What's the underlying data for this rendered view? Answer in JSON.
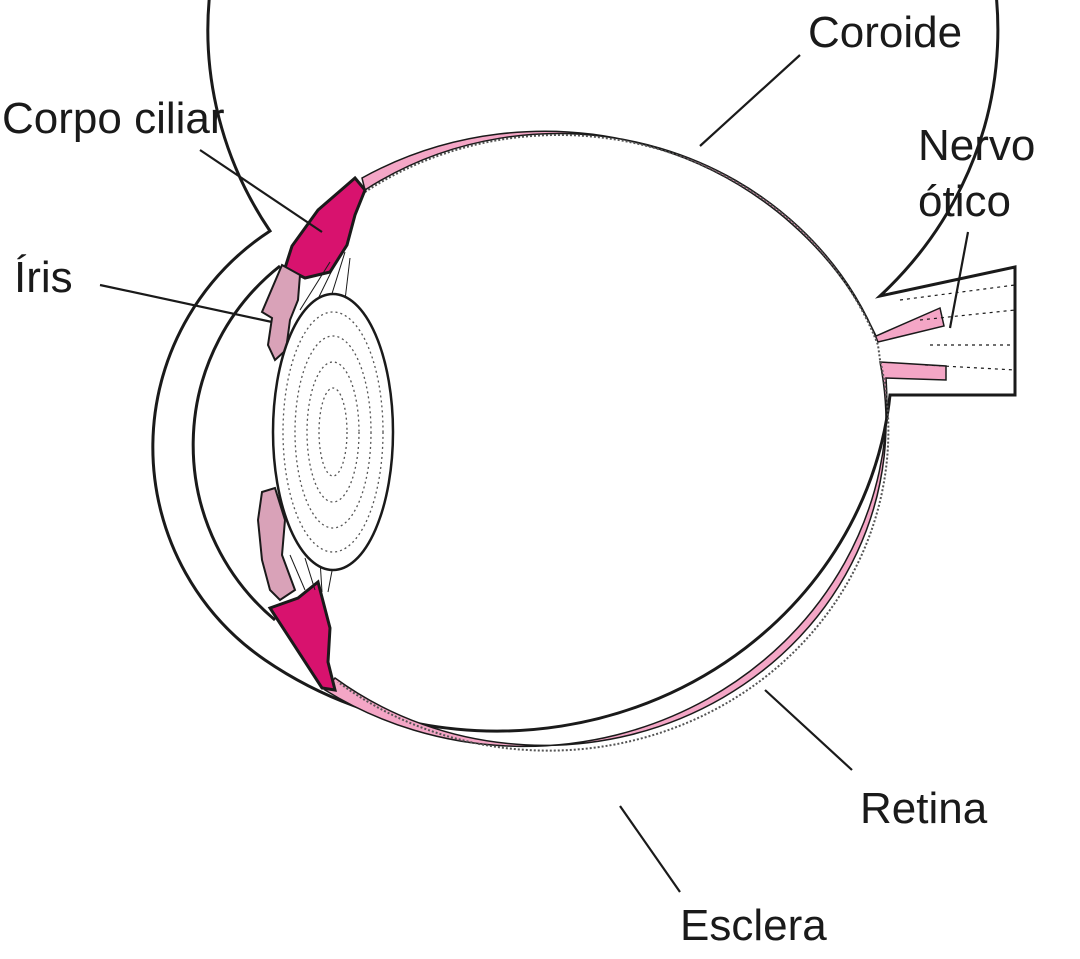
{
  "labels": {
    "coroide": "Coroide",
    "corpo_ciliar": "Corpo ciliar",
    "nervo_line1": "Nervo",
    "nervo_line2": "ótico",
    "iris": "Íris",
    "retina": "Retina",
    "esclera": "Esclera"
  },
  "colors": {
    "choroid": "#f4a6c6",
    "ciliary_body": "#d8126e",
    "iris": "#d9a2b8",
    "outline": "#1a1a1a",
    "background": "#ffffff"
  }
}
